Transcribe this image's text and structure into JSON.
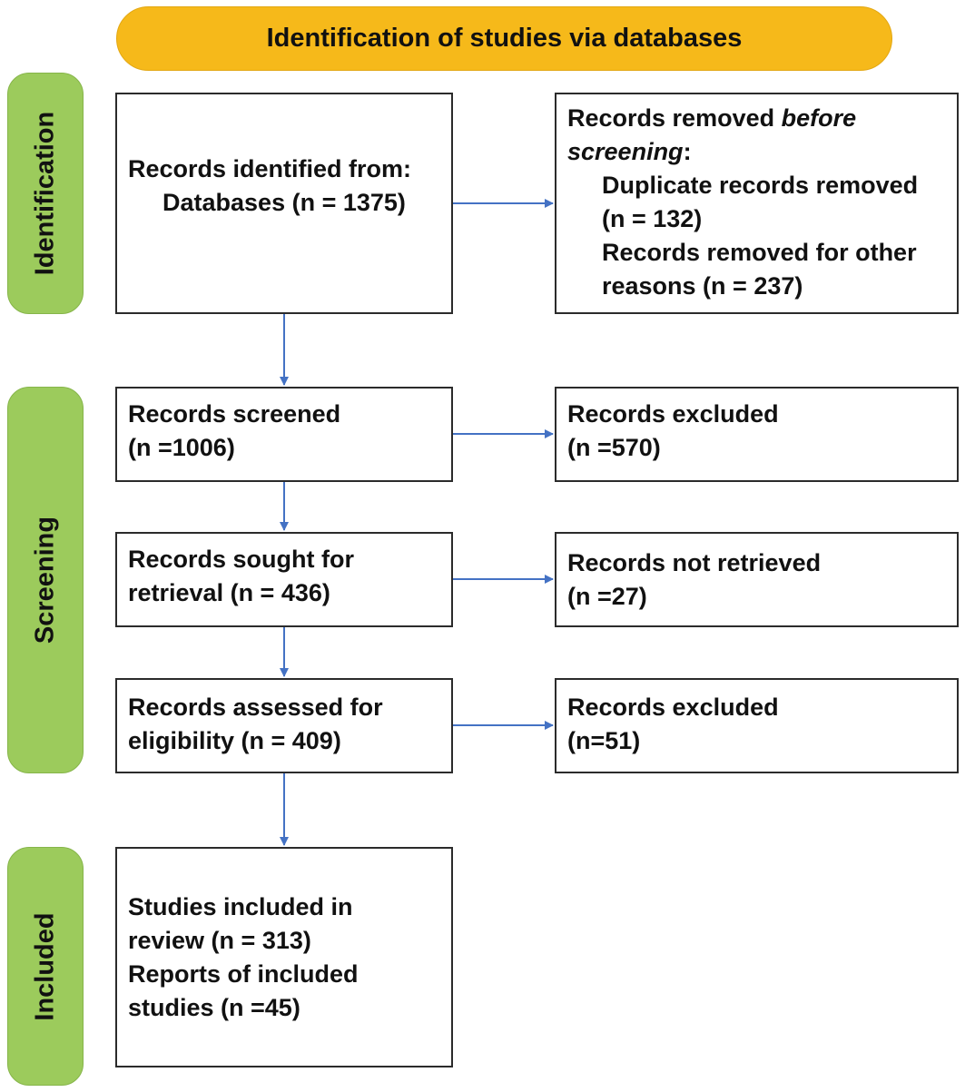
{
  "header": {
    "title": "Identification of studies via databases"
  },
  "stages": {
    "identification": "Identification",
    "screening": "Screening",
    "included": "Included"
  },
  "boxes": {
    "records_identified": {
      "line1": "Records identified from:",
      "line2": "Databases (n = 1375)"
    },
    "removed_before_screening": {
      "line1_pre": "Records removed ",
      "line1_italic": "before",
      "line2_italic": "screening",
      "line2_post": ":",
      "line3": "Duplicate records removed",
      "line4": "(n = 132)",
      "line5": "Records removed for other",
      "line6": "reasons (n = 237)"
    },
    "records_screened": {
      "line1": "Records screened",
      "line2": "(n =1006)"
    },
    "records_excluded_1": {
      "line1": "Records excluded",
      "line2": "(n =570)"
    },
    "sought_for_retrieval": {
      "line1": "Records sought for",
      "line2": "retrieval (n = 436)"
    },
    "not_retrieved": {
      "line1": "Records not retrieved",
      "line2": "(n =27)"
    },
    "assessed_for_eligibility": {
      "line1": "Records assessed for",
      "line2": "eligibility (n = 409)"
    },
    "records_excluded_2": {
      "line1": "Records excluded",
      "line2": "(n=51)"
    },
    "studies_included": {
      "line1": "Studies included in",
      "line2": "review (n = 313)",
      "line3": "Reports of included",
      "line4": "studies (n =45)"
    }
  },
  "colors": {
    "header_fill": "#f6b91a",
    "stage_fill": "#9ccb5c",
    "arrow": "#4472c4",
    "box_border": "#2b2b2b"
  }
}
